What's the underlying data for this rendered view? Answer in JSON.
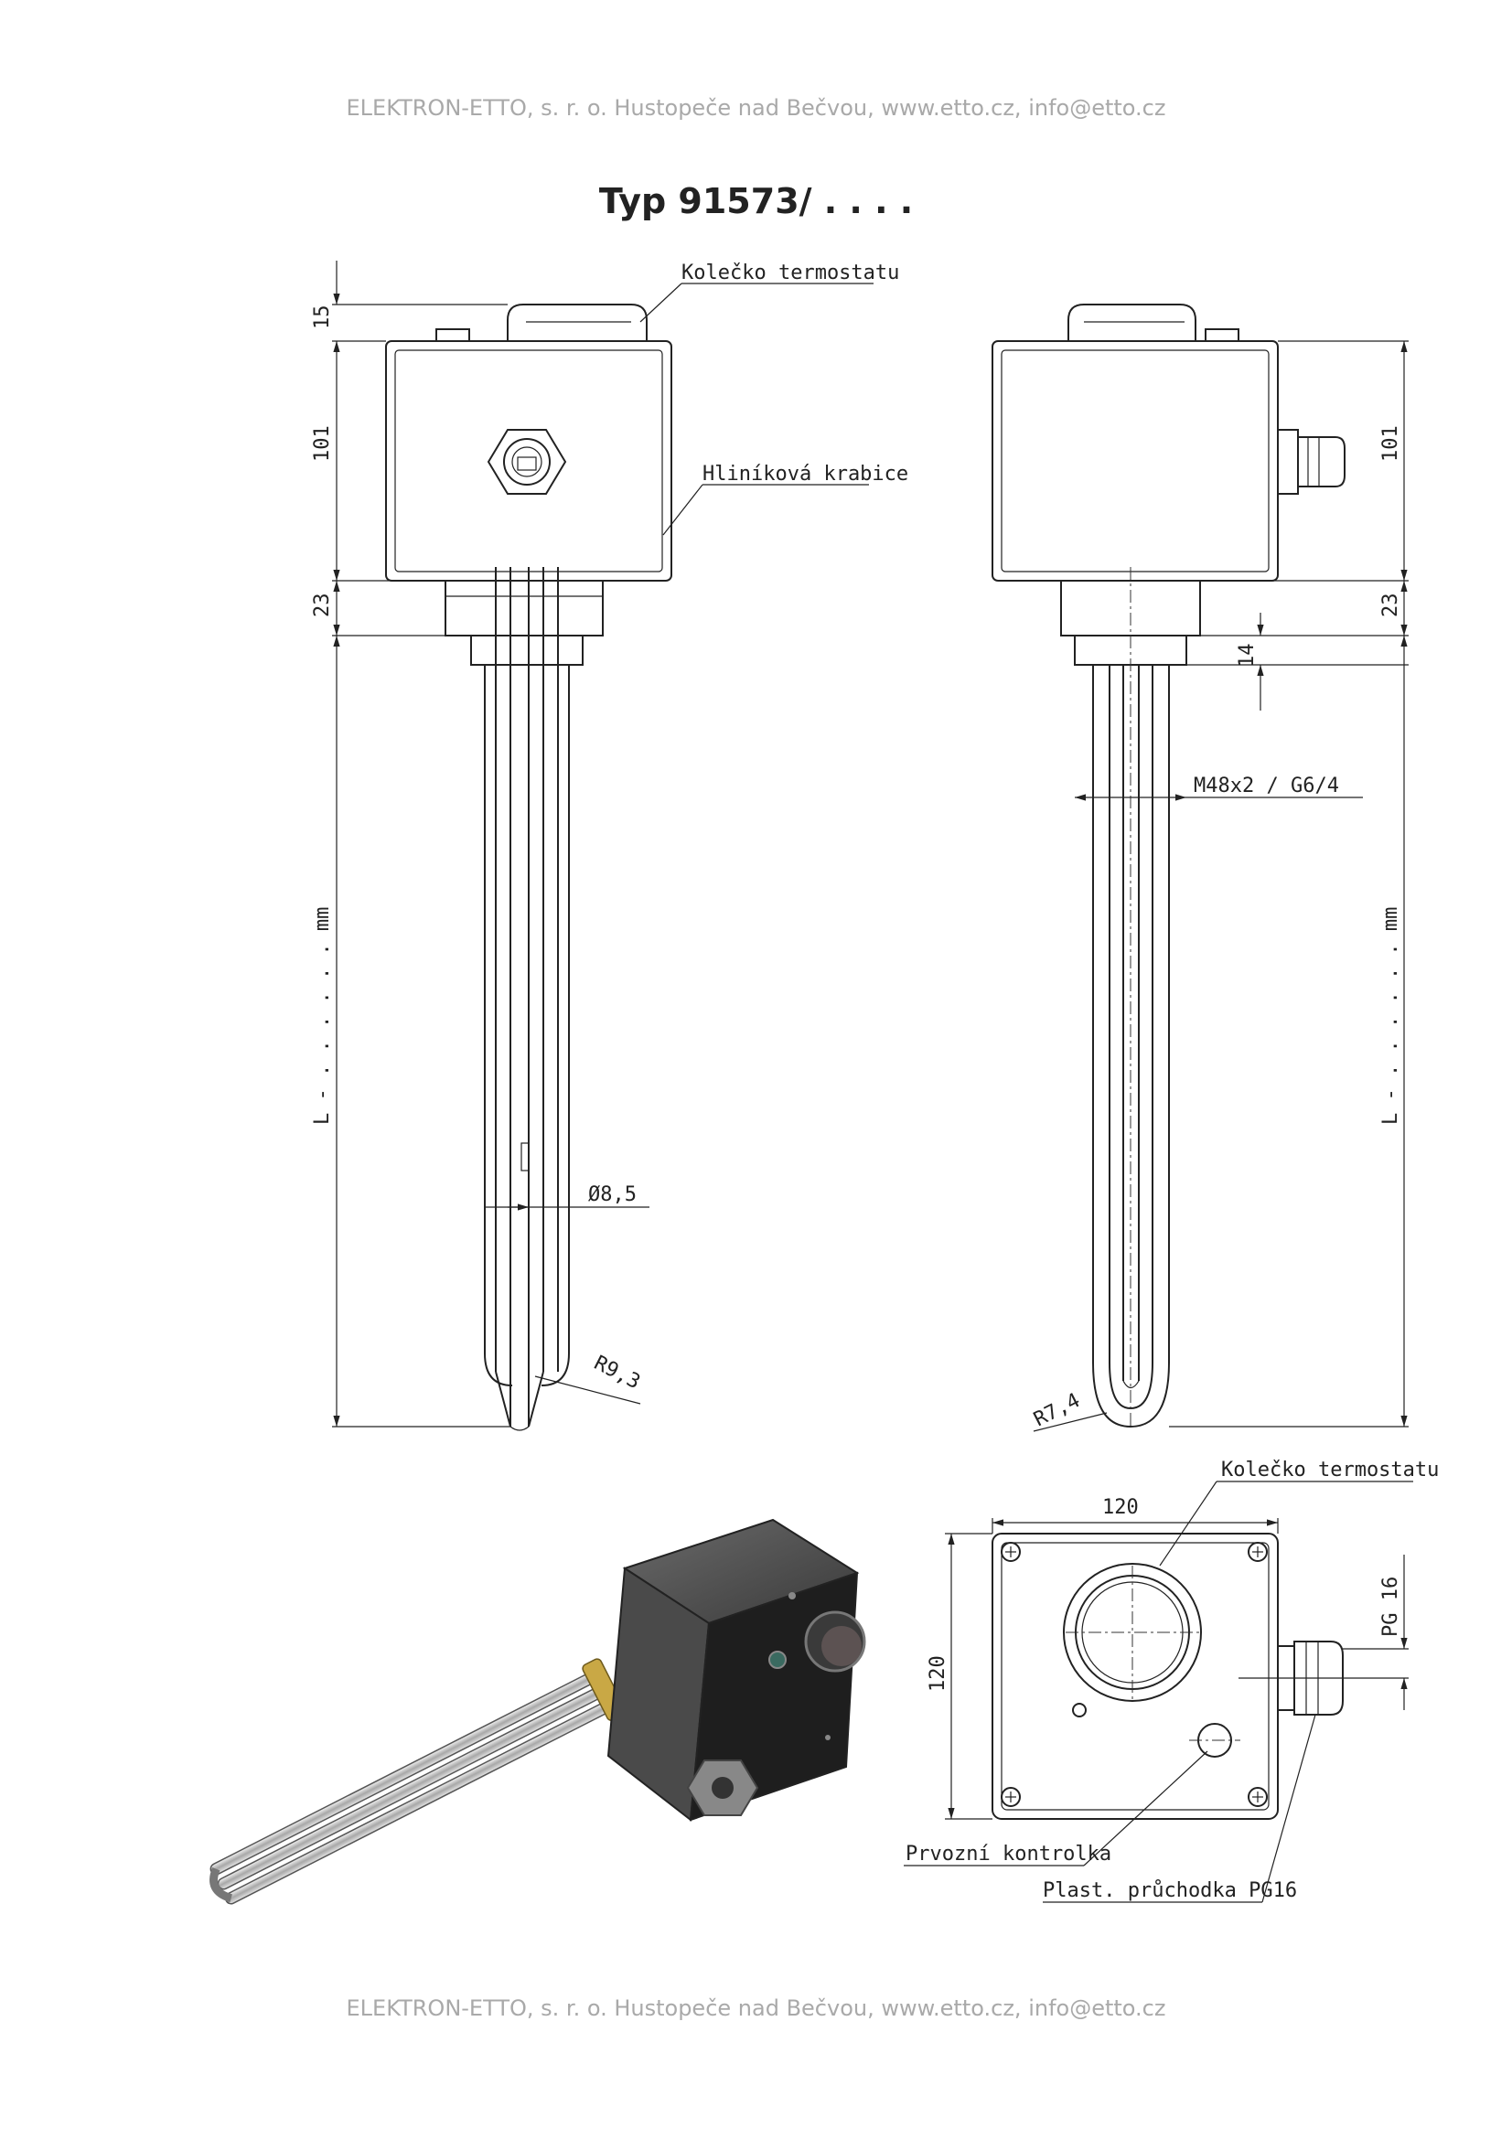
{
  "header": {
    "company_line": "ELEKTRON-ETTO, s. r. o. Hustopeče nad Bečvou, www.etto.cz, info@etto.cz"
  },
  "title": "Typ 91573/ . . . .",
  "labels": {
    "thermostat_knob": "Kolečko termostatu",
    "aluminium_box": "Hliníková krabice",
    "thread": "M48x2 / G6/4",
    "operating_lamp": "Prvozní kontrolka",
    "cable_gland": "Plast. průchodka PG16",
    "pg": "PG 16"
  },
  "dimensions": {
    "knob_height": "15",
    "box_height": "101",
    "neck_height": "23",
    "length": "L - . . . . . .  mm",
    "tube_diameter": "Ø8,5",
    "bend_radius_front": "R9,3",
    "bend_radius_side": "R7,4",
    "thread_depth": "14",
    "box_width": "120",
    "box_depth": "120"
  },
  "footer": {
    "company_line": "ELEKTRON-ETTO, s. r. o. Hustopeče nad Bečvou, www.etto.cz, info@etto.cz"
  }
}
